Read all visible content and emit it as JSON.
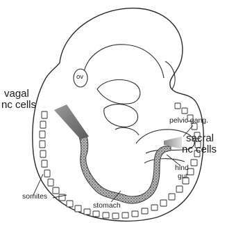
{
  "labels": {
    "ov": "ov",
    "vagal_line1": "vagal",
    "vagal_line2": "nc cells",
    "pelvic": "pelvic gang.",
    "sacral_line1": "sacral",
    "sacral_line2": "nc cells",
    "hind_line1": "hind",
    "hind_line2": "gut",
    "somites": "somites",
    "stomach": "stomach"
  },
  "colors": {
    "outline": "#2a2a2a",
    "gut_fill": "#8f8f8f",
    "vagal_arrow": "#6f6f6f",
    "sacral_arrow": "#b5b5b5"
  }
}
